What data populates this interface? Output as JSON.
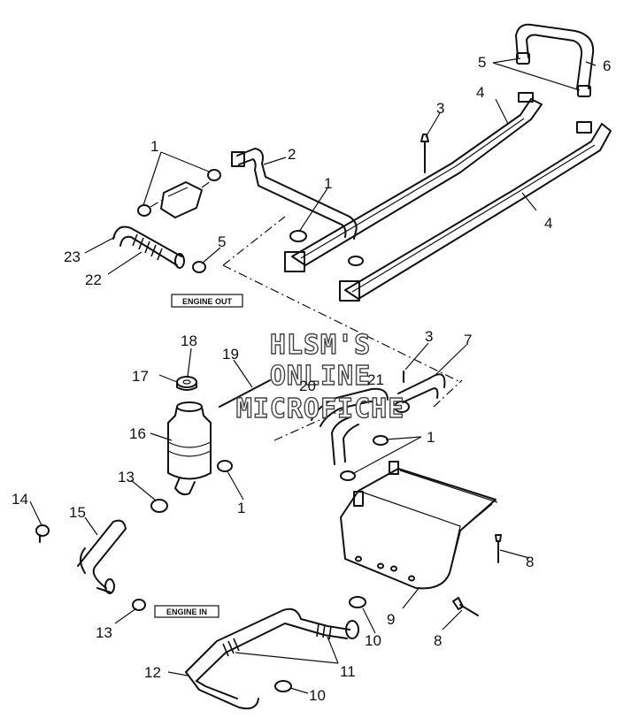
{
  "watermark": {
    "line1": "HLSM'S",
    "line2": "ONLINE",
    "line3": "MICROFICHE"
  },
  "labels": {
    "engine_out": "ENGINE OUT",
    "engine_in": "ENGINE IN"
  },
  "callouts": {
    "c1a": "1",
    "c1b": "1",
    "c1c": "1",
    "c1d": "1",
    "c2": "2",
    "c3a": "3",
    "c3b": "3",
    "c4a": "4",
    "c4b": "4",
    "c5a": "5",
    "c5b": "5",
    "c6": "6",
    "c7": "7",
    "c8a": "8",
    "c8b": "8",
    "c9": "9",
    "c10a": "10",
    "c10b": "10",
    "c11": "11",
    "c12": "12",
    "c13a": "13",
    "c13b": "13",
    "c14": "14",
    "c15": "15",
    "c16": "16",
    "c17": "17",
    "c18": "18",
    "c19": "19",
    "c20": "20",
    "c21": "21",
    "c22": "22",
    "c23": "23"
  }
}
